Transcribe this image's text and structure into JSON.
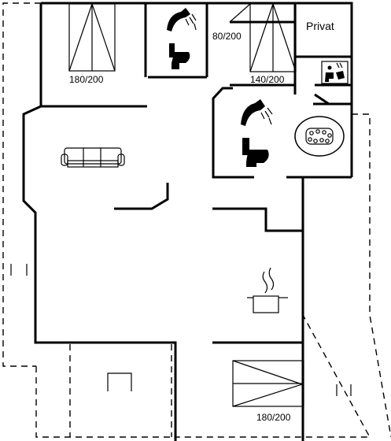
{
  "labels": {
    "bed_top_left": "180/200",
    "bed_top_center_size": "80/200",
    "bed_top_right": "140/200",
    "private_room": "Privat",
    "bed_bottom": "180/200"
  },
  "icons": {
    "sofa": "sofa-icon",
    "shower_1": "shower-icon",
    "toilet_1": "toilet-icon",
    "shower_2": "shower-icon",
    "toilet_2": "toilet-icon",
    "spa": "whirlpool-icon",
    "sauna": "sauna-icon",
    "kitchen": "cooking-pot-icon",
    "stairs": "stairs-icon"
  }
}
